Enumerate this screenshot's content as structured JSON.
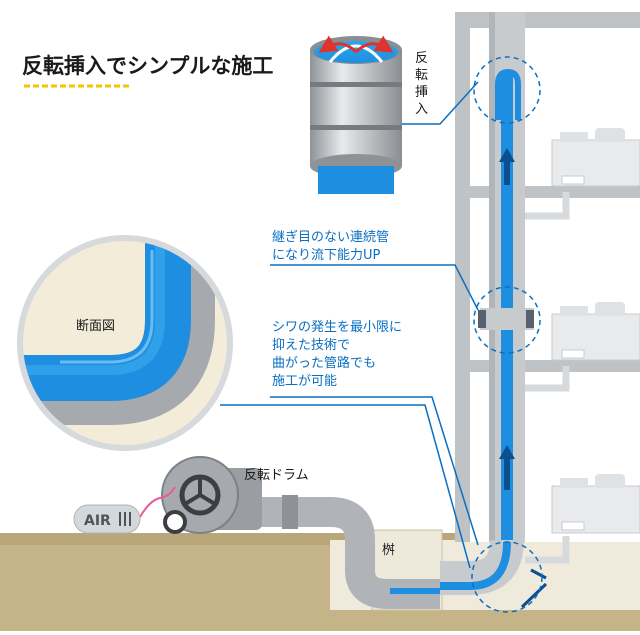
{
  "title": "反転挿入でシンプルな施工",
  "labels": {
    "inversion_insert": [
      "反",
      "転",
      "挿",
      "入"
    ],
    "continuous_pipe_lines": [
      "継ぎ目のない連続管",
      "になり流下能力UP"
    ],
    "wrinkle_lines": [
      "シワの発生を最小限に",
      "抑えた技術で",
      "曲がった管路でも",
      "施工が可能"
    ],
    "cross_section": "断面図",
    "inversion_drum": "反転ドラム",
    "air": "AIR",
    "basin": "桝"
  },
  "colors": {
    "accent_blue": "#0a6fc2",
    "liner_blue": "#1e8ee0",
    "title_underline": "#f5c400",
    "pipe_gray": "#c8cbce",
    "wall_gray": "#bfc3c6",
    "ground_tan": "#c6b489",
    "arrow_red": "#e0332d"
  }
}
